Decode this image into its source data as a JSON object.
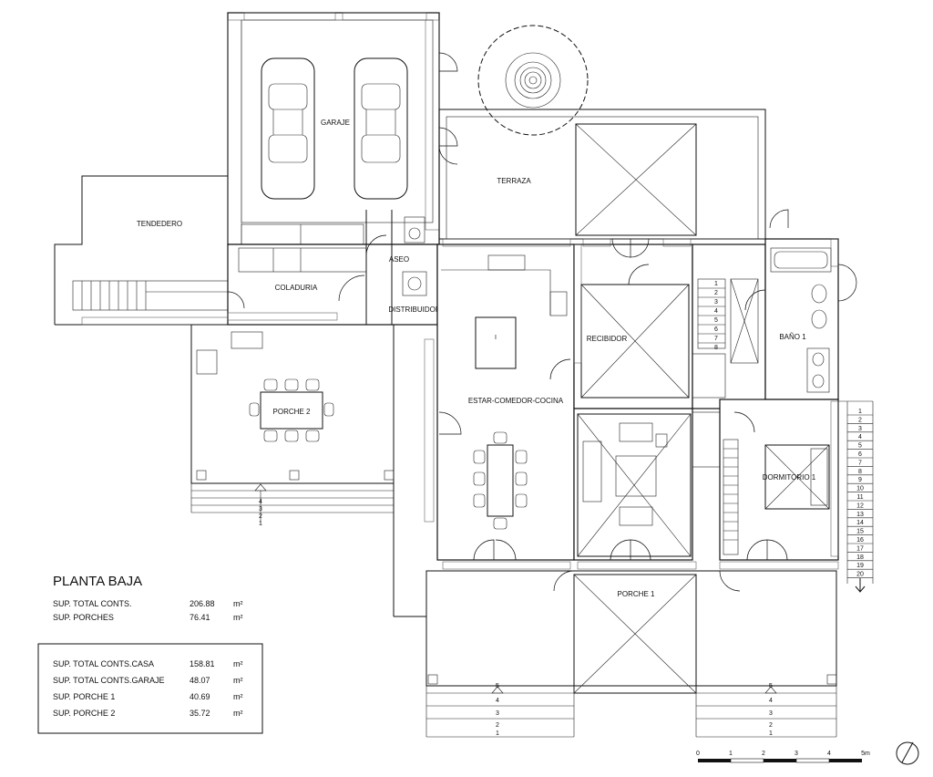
{
  "rooms": {
    "garaje": "GARAJE",
    "terraza": "TERRAZA",
    "tendedero": "TENDEDERO",
    "aseo": "ASEO",
    "coladuria": "COLADURIA",
    "distribuidor": "DISTRIBUIDOR",
    "recibidor": "RECIBIDOR",
    "bano1": "BAÑO 1",
    "porche2": "PORCHE 2",
    "estar": "ESTAR-COMEDOR-COCINA",
    "dormitorio1": "DORMITORIO 1",
    "porche1": "PORCHE 1"
  },
  "stairs": {
    "right": [
      "1",
      "2",
      "3",
      "4",
      "5",
      "6",
      "7",
      "8",
      "9",
      "10",
      "11",
      "12",
      "13",
      "14",
      "15",
      "16",
      "17",
      "18",
      "19",
      "20"
    ],
    "porche2": [
      "4",
      "3",
      "2",
      "1"
    ],
    "porche1_left": [
      "5",
      "4",
      "3",
      "2",
      "1"
    ],
    "porche1_right": [
      "5",
      "4",
      "3",
      "2",
      "1"
    ],
    "interior": [
      "1",
      "2",
      "3",
      "4",
      "5",
      "6",
      "7",
      "8"
    ]
  },
  "summary": {
    "title": "PLANTA BAJA",
    "rows": [
      {
        "label": "SUP.  TOTAL CONTS.",
        "value": "206.88",
        "unit": "m²"
      },
      {
        "label": "SUP.  PORCHES",
        "value": "76.41",
        "unit": "m²"
      }
    ]
  },
  "breakdown": {
    "rows": [
      {
        "label": "SUP.  TOTAL CONTS.CASA",
        "value": "158.81",
        "unit": "m²"
      },
      {
        "label": "SUP.  TOTAL CONTS.GARAJE",
        "value": "48.07",
        "unit": "m²"
      },
      {
        "label": "SUP.  PORCHE  1",
        "value": "40.69",
        "unit": "m²"
      },
      {
        "label": "SUP.  PORCHE  2",
        "value": "35.72",
        "unit": "m²"
      }
    ]
  },
  "scale": {
    "ticks": [
      "0",
      "1",
      "2",
      "3",
      "4",
      "5m"
    ]
  }
}
